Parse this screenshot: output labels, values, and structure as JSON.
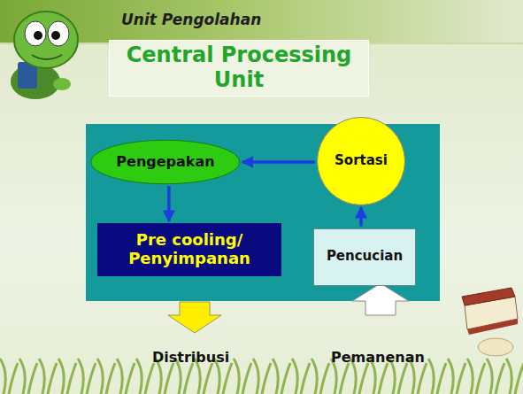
{
  "diagram": {
    "title": "Unit Pengolahan",
    "nodes": [
      {
        "text": [
          "Central Processing Unit"
        ]
      },
      {
        "text": [
          "Pengepakan"
        ]
      },
      {
        "text": [
          "Sortasi"
        ]
      },
      {
        "text": [
          "Pre cooling/ Penyimpanan"
        ]
      },
      {
        "text": [
          "Pencucian"
        ]
      }
    ],
    "edges": [
      {
        "from": 2,
        "to": 1,
        "arrow": "to"
      },
      {
        "from": 1,
        "to": 3,
        "arrow": "to"
      },
      {
        "from": 4,
        "to": 2,
        "arrow": "to"
      }
    ],
    "labels": [
      "Distribusi",
      "Pemanenan"
    ]
  }
}
